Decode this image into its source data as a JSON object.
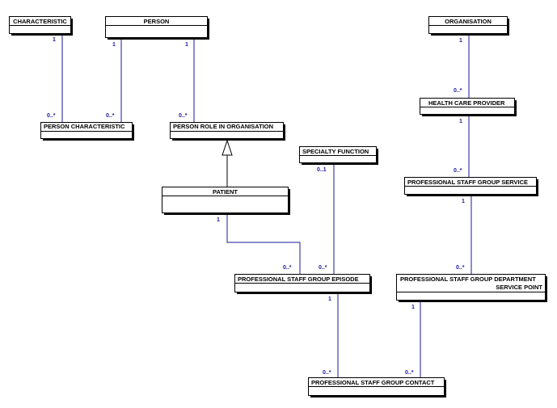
{
  "entities": {
    "characteristic": "CHARACTERISTIC",
    "person": "PERSON",
    "organisation": "ORGANISATION",
    "health_care_provider": "HEALTH CARE PROVIDER",
    "person_characteristic": "PERSON CHARACTERISTIC",
    "person_role_in_organisation": "PERSON ROLE IN ORGANISATION",
    "specialty_function": "SPECIALTY FUNCTION",
    "patient": "PATIENT",
    "professional_staff_group_service": "PROFESSIONAL STAFF GROUP SERVICE",
    "professional_staff_group_episode": "PROFESSIONAL STAFF GROUP EPISODE",
    "professional_staff_group_department_service_point_line1": "PROFESSIONAL STAFF GROUP DEPARTMENT",
    "professional_staff_group_department_service_point_line2": "SERVICE POINT",
    "professional_staff_group_contact": "PROFESSIONAL STAFF GROUP CONTACT"
  },
  "relationships": [
    {
      "from": "CHARACTERISTIC",
      "to": "PERSON CHARACTERISTIC",
      "from_multiplicity": "1",
      "to_multiplicity": "0..*"
    },
    {
      "from": "PERSON",
      "to": "PERSON CHARACTERISTIC",
      "from_multiplicity": "1",
      "to_multiplicity": "0..*"
    },
    {
      "from": "PERSON",
      "to": "PERSON ROLE IN ORGANISATION",
      "from_multiplicity": "1",
      "to_multiplicity": "0..*"
    },
    {
      "from": "ORGANISATION",
      "to": "HEALTH CARE PROVIDER",
      "from_multiplicity": "1",
      "to_multiplicity": "0..*"
    },
    {
      "from": "HEALTH CARE PROVIDER",
      "to": "PROFESSIONAL STAFF GROUP SERVICE",
      "from_multiplicity": "1",
      "to_multiplicity": "0..*"
    },
    {
      "from": "PROFESSIONAL STAFF GROUP SERVICE",
      "to": "PROFESSIONAL STAFF GROUP DEPARTMENT SERVICE POINT",
      "from_multiplicity": "1",
      "to_multiplicity": "0..*"
    },
    {
      "from": "SPECIALTY FUNCTION",
      "to": "PROFESSIONAL STAFF GROUP EPISODE",
      "from_multiplicity": "0..1",
      "to_multiplicity": "0..*"
    },
    {
      "from": "PATIENT",
      "to": "PROFESSIONAL STAFF GROUP EPISODE",
      "from_multiplicity": "1",
      "to_multiplicity": "0..*"
    },
    {
      "from": "PROFESSIONAL STAFF GROUP EPISODE",
      "to": "PROFESSIONAL STAFF GROUP CONTACT",
      "from_multiplicity": "1",
      "to_multiplicity": "0..*"
    },
    {
      "from": "PROFESSIONAL STAFF GROUP DEPARTMENT SERVICE POINT",
      "to": "PROFESSIONAL STAFF GROUP CONTACT",
      "from_multiplicity": "1",
      "to_multiplicity": "0..*"
    }
  ],
  "generalizations": [
    {
      "child": "PATIENT",
      "parent": "PERSON ROLE IN ORGANISATION"
    }
  ],
  "colors": {
    "connector": "#1a1a99",
    "box_border": "#000000",
    "background": "#ffffff"
  }
}
